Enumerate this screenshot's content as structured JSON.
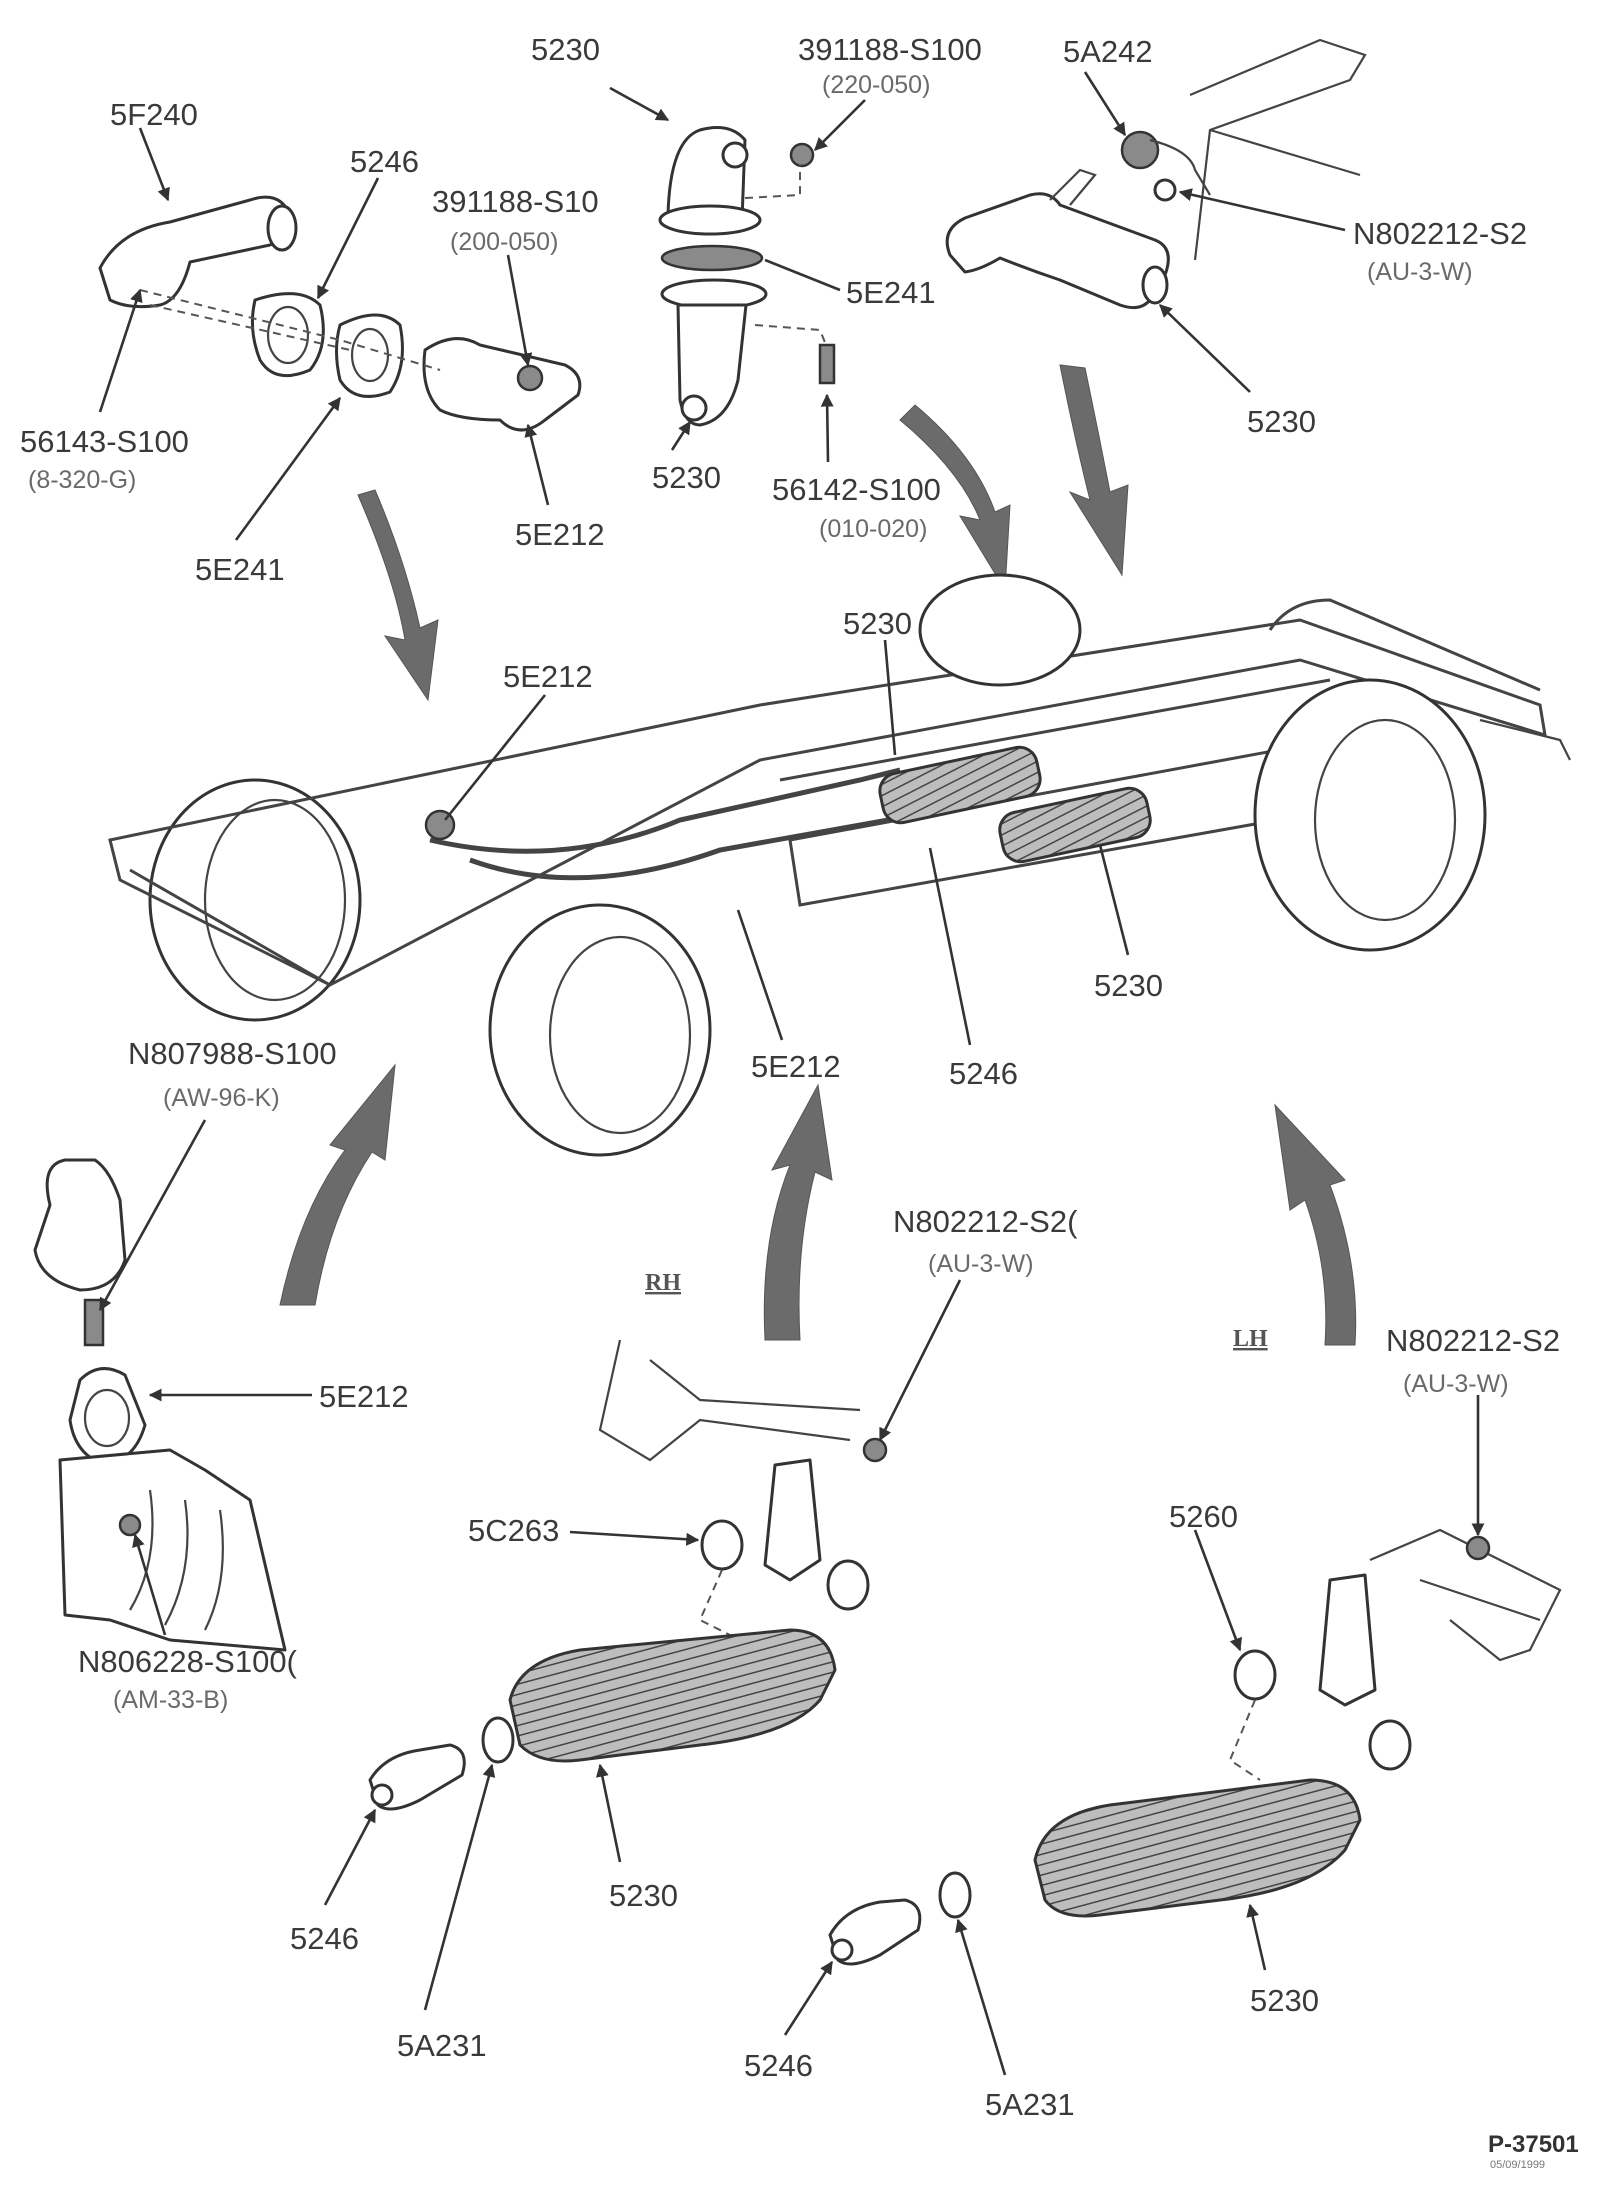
{
  "figure": {
    "id": "P-37501",
    "date": "05/09/1999",
    "sides": {
      "rh": "RH",
      "lh": "LH"
    }
  },
  "labels": {
    "top_left": {
      "p5F240": "5F240",
      "p5246": "5246",
      "p391188_s10": "391188-S10",
      "p391188_s10_spec": "(200-050)",
      "p56143": "56143-S100",
      "p56143_spec": "(8-320-G)",
      "p5E241": "5E241",
      "p5E212": "5E212"
    },
    "top_center": {
      "p5230_upper": "5230",
      "p391188_s100": "391188-S100",
      "p391188_s100_spec": "(220-050)",
      "p5E241": "5E241",
      "p5230_lower": "5230",
      "p56142": "56142-S100",
      "p56142_spec": "(010-020)"
    },
    "top_right": {
      "p5A242": "5A242",
      "pN802212": "N802212-S2",
      "pN802212_spec": "(AU-3-W)",
      "p5230": "5230"
    },
    "chassis": {
      "p5E212_front": "5E212",
      "p5230_rear": "5230",
      "p5230_side": "5230",
      "p5E212_mid": "5E212",
      "p5246": "5246"
    },
    "bottom_left": {
      "pN807988": "N807988-S100",
      "pN807988_spec": "(AW-96-K)",
      "p5E212": "5E212",
      "pN806228": "N806228-S100(",
      "pN806228_spec": "(AM-33-B)"
    },
    "rh_assembly": {
      "pN802212": "N802212-S2(",
      "pN802212_spec": "(AU-3-W)",
      "p5C263": "5C263",
      "p5230": "5230",
      "p5246": "5246",
      "p5A231": "5A231"
    },
    "lh_assembly": {
      "pN802212": "N802212-S2",
      "pN802212_spec": "(AU-3-W)",
      "p5260": "5260",
      "p5230": "5230",
      "p5246": "5246",
      "p5A231": "5A231"
    }
  }
}
